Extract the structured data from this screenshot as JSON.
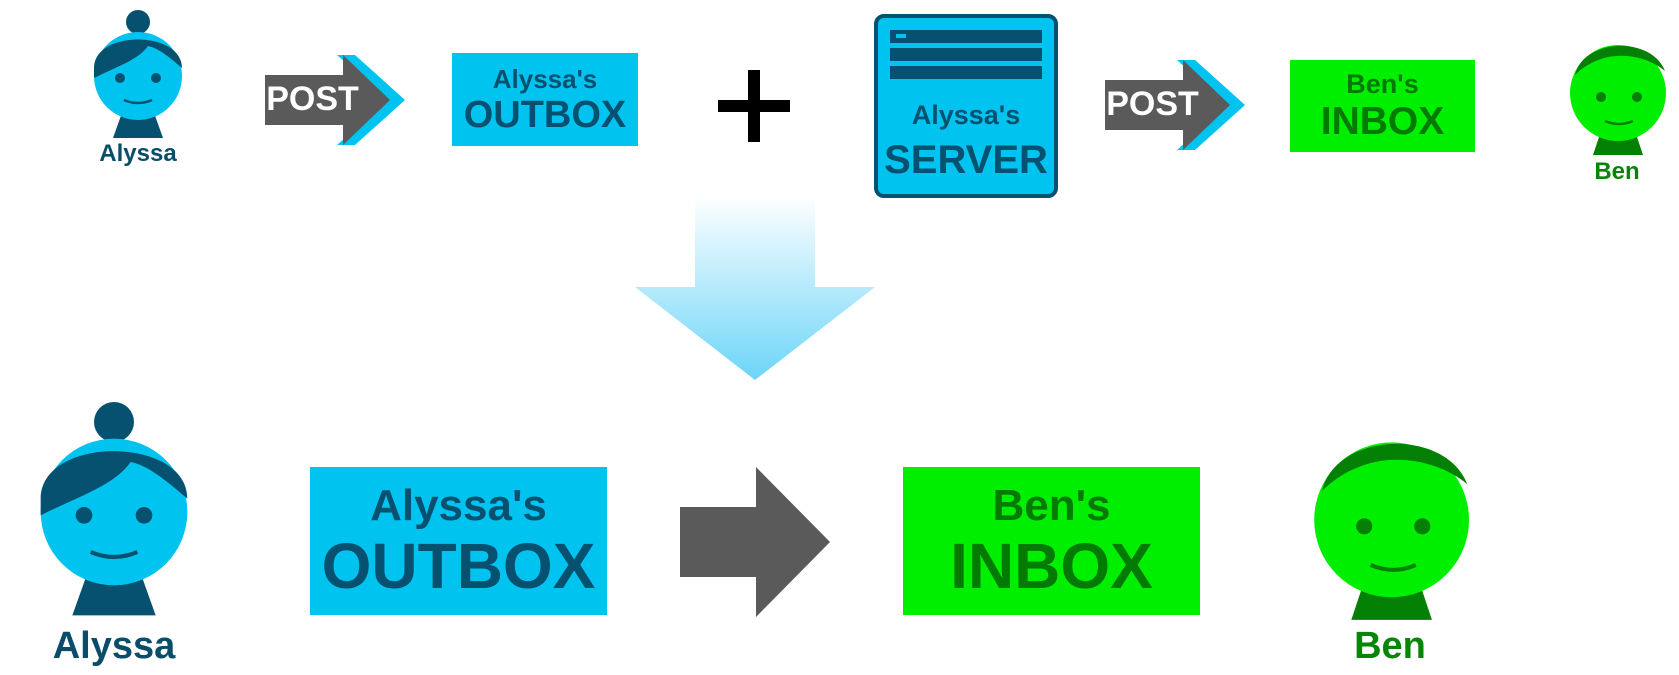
{
  "colors": {
    "alyssa_blue": "#00c3f0",
    "alyssa_dark": "#06516f",
    "ben_green": "#00ee00",
    "ben_dark": "#037a03",
    "post_gray": "#5a5a5a",
    "arrow_light_blue": "#8adcf8"
  },
  "top_row": {
    "alyssa": {
      "icon": "alyssa-avatar-icon",
      "name": "Alyssa"
    },
    "post_left": {
      "icon": "post-arrow-icon",
      "label": "POST"
    },
    "outbox": {
      "line1": "Alyssa's",
      "line2": "OUTBOX"
    },
    "plus": {
      "icon": "plus-icon"
    },
    "server": {
      "icon": "server-icon",
      "line1": "Alyssa's",
      "line2": "SERVER"
    },
    "post_right": {
      "icon": "post-arrow-icon",
      "label": "POST"
    },
    "inbox": {
      "line1": "Ben's",
      "line2": "INBOX"
    },
    "ben": {
      "icon": "ben-avatar-icon",
      "name": "Ben"
    }
  },
  "transition": {
    "icon": "down-arrow-icon"
  },
  "bottom_row": {
    "alyssa": {
      "icon": "alyssa-avatar-icon",
      "name": "Alyssa"
    },
    "outbox": {
      "line1": "Alyssa's",
      "line2": "OUTBOX"
    },
    "arrow": {
      "icon": "right-arrow-icon"
    },
    "inbox": {
      "line1": "Ben's",
      "line2": "INBOX"
    },
    "ben": {
      "icon": "ben-avatar-icon",
      "name": "Ben"
    }
  }
}
